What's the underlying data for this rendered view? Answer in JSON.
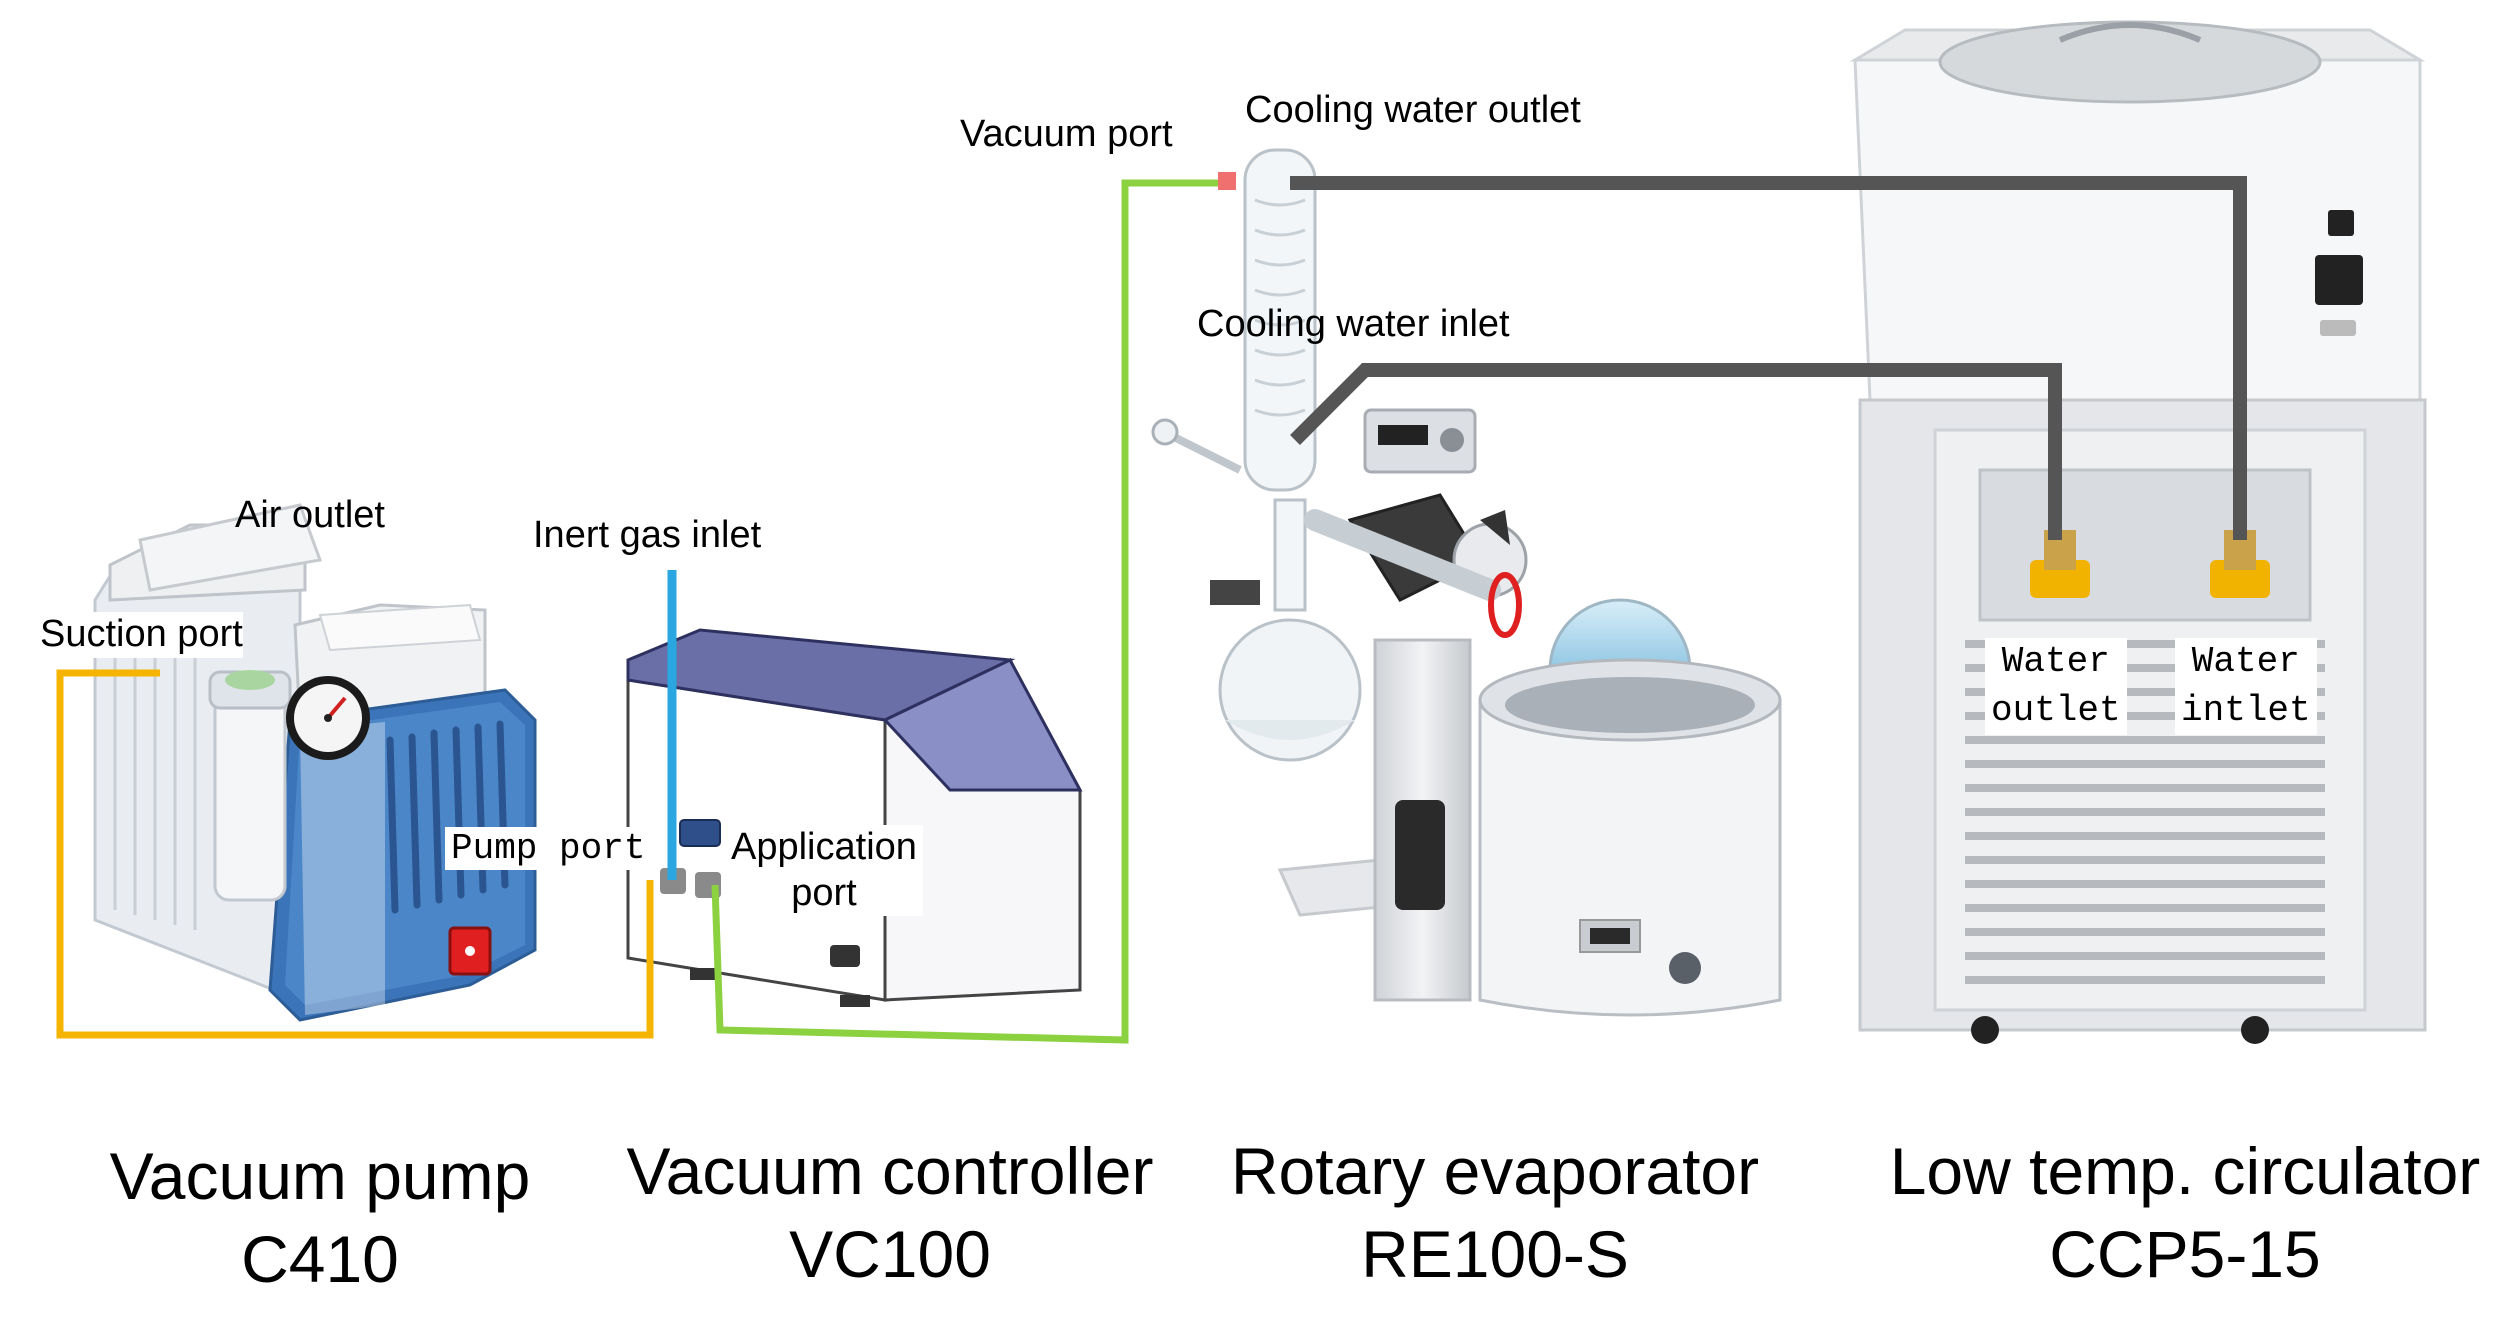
{
  "labels": {
    "air_outlet": "Air outlet",
    "suction_port": "Suction port",
    "inert_gas_inlet": "Inert gas inlet",
    "pump_port": "Pump port",
    "application_port_line1": "Application",
    "application_port_line2": "port",
    "vacuum_port": "Vacuum port",
    "cooling_water_outlet": "Cooling water outlet",
    "cooling_water_inlet": "Cooling water inlet",
    "water_outlet_line1": "Water",
    "water_outlet_line2": "outlet",
    "water_inlet_line1": "Water",
    "water_inlet_line2": "intlet"
  },
  "devices": [
    {
      "name": "Vacuum pump",
      "model": "C410"
    },
    {
      "name": "Vacuum controller",
      "model": "VC100"
    },
    {
      "name": "Rotary evaporator",
      "model": "RE100-S"
    },
    {
      "name": "Low temp. circulator",
      "model": "CCP5-15"
    }
  ],
  "colors": {
    "vacuum_line_yellow": "#f5b400",
    "vacuum_line_green": "#8cd140",
    "inert_gas_blue": "#2aa7e0",
    "cooling_line_gray": "#555555",
    "pump_blue": "#3b74b8",
    "pump_switch_red": "#e02020",
    "controller_top": "#6a6fa8"
  }
}
